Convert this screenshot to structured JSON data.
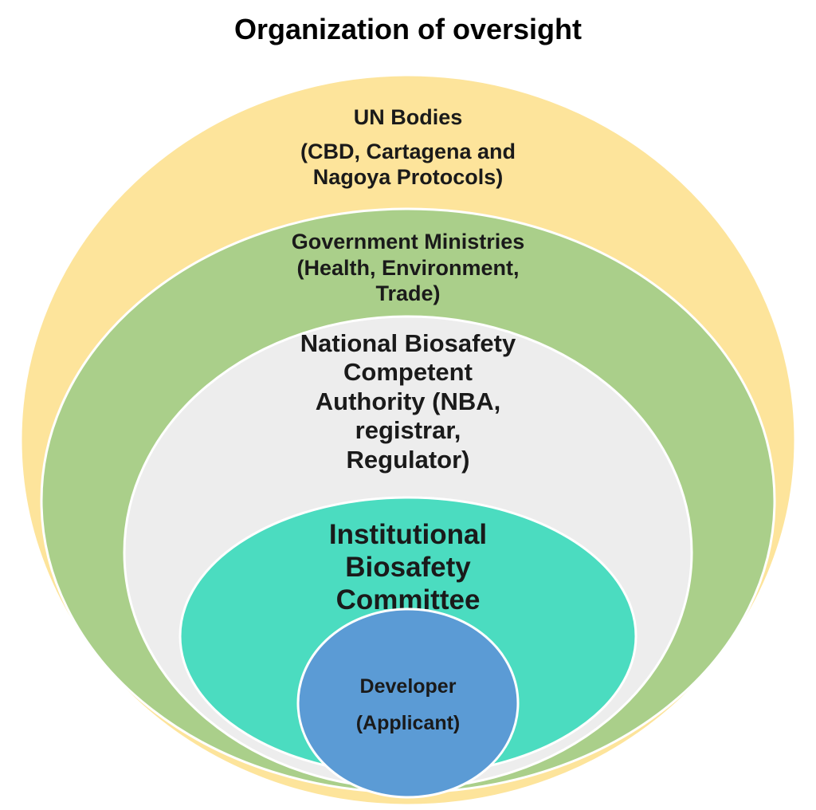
{
  "title": "Organization of oversight",
  "colors": {
    "un_bodies": "#fde49b",
    "ministries": "#aacf8a",
    "nba": "#ededed",
    "ibc": "#4bdcc0",
    "developer": "#5b9bd5",
    "outline": "#ffffff",
    "text": "#1a1a1a"
  },
  "layers": {
    "un_bodies": {
      "lines": [
        "UN Bodies",
        "(CBD, Cartagena and",
        "Nagoya Protocols)"
      ]
    },
    "ministries": {
      "lines": [
        "Government Ministries",
        "(Health, Environment,",
        "Trade)"
      ]
    },
    "nba": {
      "lines": [
        "National Biosafety",
        "Competent",
        "Authority (NBA,",
        "registrar,",
        "Regulator)"
      ]
    },
    "ibc": {
      "lines": [
        "Institutional",
        "Biosafety",
        "Committee"
      ]
    },
    "developer": {
      "lines": [
        "Developer",
        "(Applicant)"
      ]
    }
  }
}
